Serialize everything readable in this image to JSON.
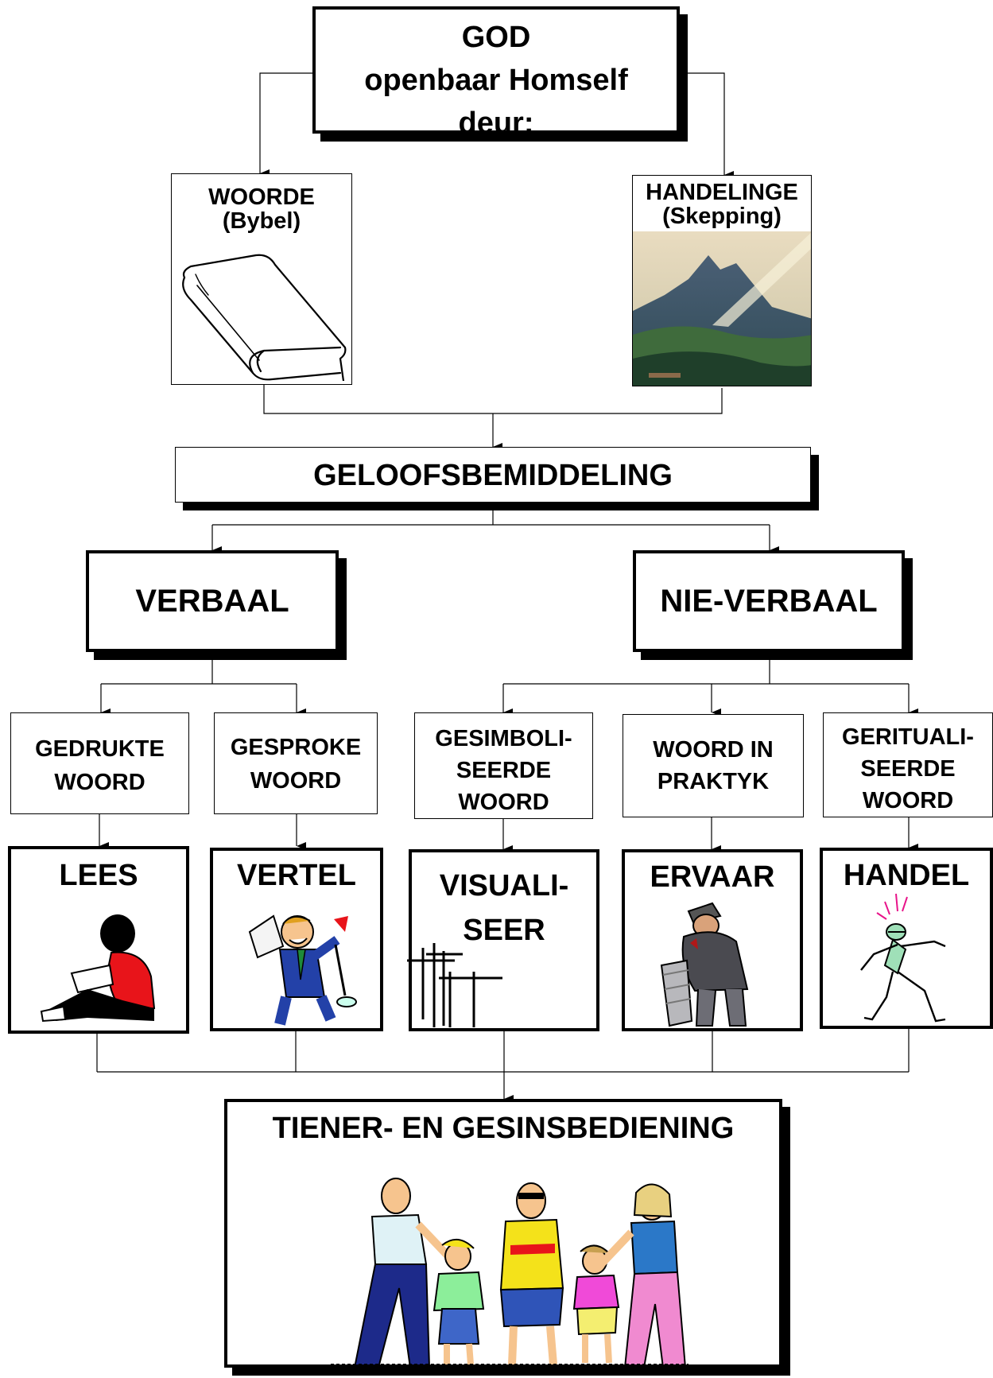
{
  "diagram": {
    "god_box": "GOD\nopenbaar Homself\ndeur:",
    "woorde": {
      "title": "WOORDE\n(Bybel)",
      "image": "book-illustration"
    },
    "handelinge": {
      "title": "HANDELINGE\n(Skepping)",
      "image": "mountain-painting"
    },
    "mediation": "GELOOFSBEMIDDELING",
    "verbaal": "VERBAAL",
    "nie_verbaal": "NIE-VERBAAL",
    "channels": [
      {
        "label": "GEDRUKTE\nWOORD",
        "action": "LEES",
        "image": "reading-child"
      },
      {
        "label": "GESPROKE\nWOORD",
        "action": "VERTEL",
        "image": "storyteller-man"
      },
      {
        "label": "GESIMBOLI-\nSEERDE\nWOORD",
        "action": "VISUALI-\nSEER",
        "image": "crosses"
      },
      {
        "label": "WOORD IN\nPRAKTYK",
        "action": "ERVAAR",
        "image": "man-with-trashcan"
      },
      {
        "label": "GERITUALI-\nSEERDE\nWOORD",
        "action": "HANDEL",
        "image": "walking-figure"
      }
    ],
    "outcome": {
      "title": "TIENER- EN GESINSBEDIENING",
      "image": "family-group"
    }
  },
  "colors": {
    "line": "#000000",
    "box": "#ffffff",
    "red": "#e8141a",
    "yellow": "#f4e21a"
  }
}
